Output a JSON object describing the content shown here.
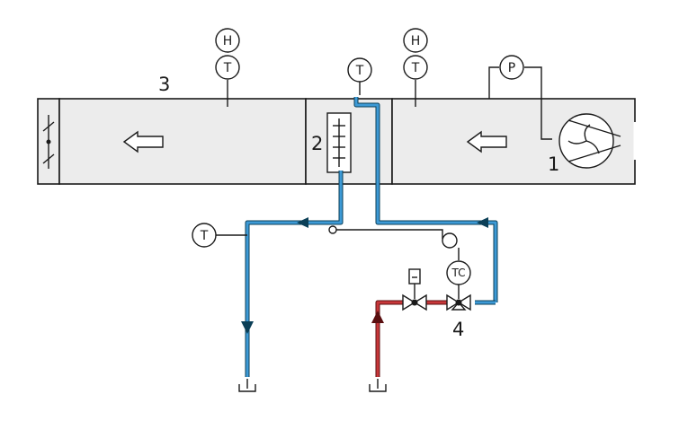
{
  "labels": {
    "component_1": "1",
    "component_2": "2",
    "component_3": "3",
    "component_4": "4"
  },
  "instruments": {
    "humidity_left": "H",
    "temp_left": "T",
    "temp_coil": "T",
    "humidity_right": "H",
    "temp_right": "T",
    "pressure": "P",
    "temp_return": "T",
    "temp_controller": "TC"
  },
  "colors": {
    "supply_line": "#c8373a",
    "return_line": "#3d9ad6",
    "duct_fill": "#ececec"
  },
  "icons": {
    "fan": "fan-icon",
    "damper": "damper-icon",
    "airflow": "airflow-arrow-icon",
    "valve": "valve-icon",
    "actuator": "actuator-icon"
  }
}
